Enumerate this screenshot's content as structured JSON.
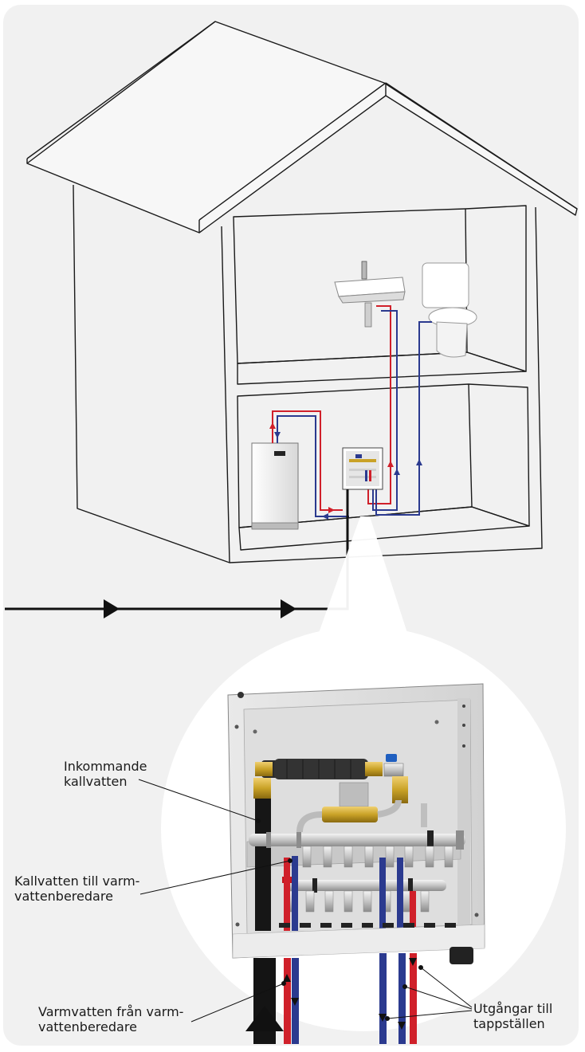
{
  "colors": {
    "background": "#f1f1f1",
    "outline": "#1a1a1a",
    "hot_pipe": "#d0202a",
    "cold_pipe": "#2b3a8f",
    "incoming_pipe": "#111111",
    "brass": "#c9a227"
  },
  "labels": {
    "incoming_line1": "Inkommande",
    "incoming_line2": "kallvatten",
    "cold_to_heater_line1": "Kallvatten till varm-",
    "cold_to_heater_line2": "vattenberedare",
    "hot_from_heater_line1": "Varmvatten från varm-",
    "hot_from_heater_line2": "vattenberedare",
    "outlets_line1": "Utgångar till",
    "outlets_line2": "tappställen"
  },
  "icons": [
    "house-outline",
    "sink-icon",
    "toilet-icon",
    "water-heater-icon",
    "distribution-cabinet-icon",
    "flow-arrow-icon",
    "valve-icon"
  ]
}
